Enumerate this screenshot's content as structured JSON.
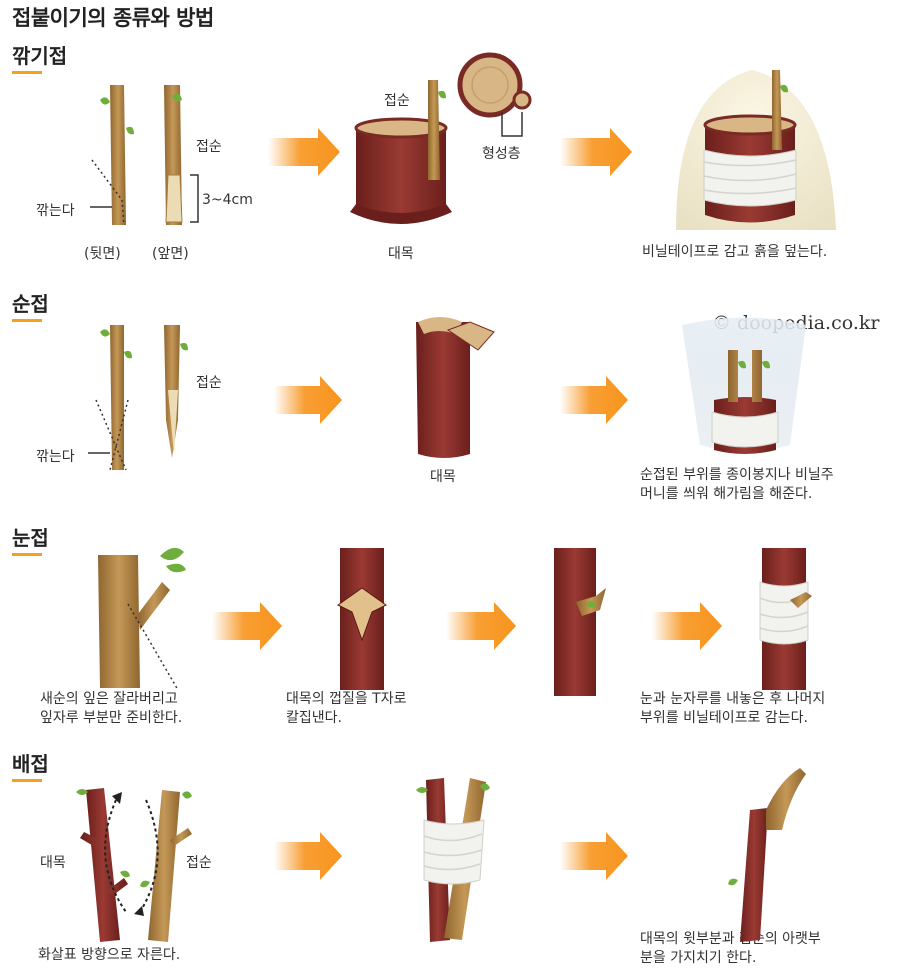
{
  "title": "접붙이기의 종류와 방법",
  "watermark": "© doopedia.co.kr",
  "sections": [
    {
      "name": "깎기접",
      "labels": {
        "scion": "접순",
        "cut": "깎는다",
        "length": "3~4cm",
        "back": "(뒷면)",
        "front": "(앞면)",
        "scion2": "접순",
        "cambium": "형성층",
        "stock": "대목"
      },
      "caption": "비닐테이프로 감고 흙을 덮는다."
    },
    {
      "name": "순접",
      "labels": {
        "scion": "접순",
        "cut": "깎는다",
        "stock": "대목"
      },
      "caption_lines": [
        "순접된 부위를 종이봉지나 비닐주",
        "머니를 씌워 해가림을 해준다."
      ]
    },
    {
      "name": "눈접",
      "caption1_lines": [
        "새순의 잎은 잘라버리고",
        "잎자루 부분만 준비한다."
      ],
      "caption2_lines": [
        "대목의 껍질을 T자로",
        "칼집낸다."
      ],
      "caption3_lines": [
        "눈과 눈자루를 내놓은 후 나머지",
        "부위를 비닐테이프로 감는다."
      ]
    },
    {
      "name": "배접",
      "labels": {
        "stock": "대목",
        "scion": "접순"
      },
      "caption1": "화살표 방향으로 자른다.",
      "caption3_lines": [
        "대목의 윗부분과 접순의 아랫부",
        "분을 가지치기 한다."
      ]
    }
  ],
  "colors": {
    "arrow": "#f7941d",
    "bark_red": "#8e2f2a",
    "wood_tan": "#b88a45",
    "leaf": "#6fae3c",
    "tape": "#f2f2ee",
    "accent": "#f4a21b"
  }
}
